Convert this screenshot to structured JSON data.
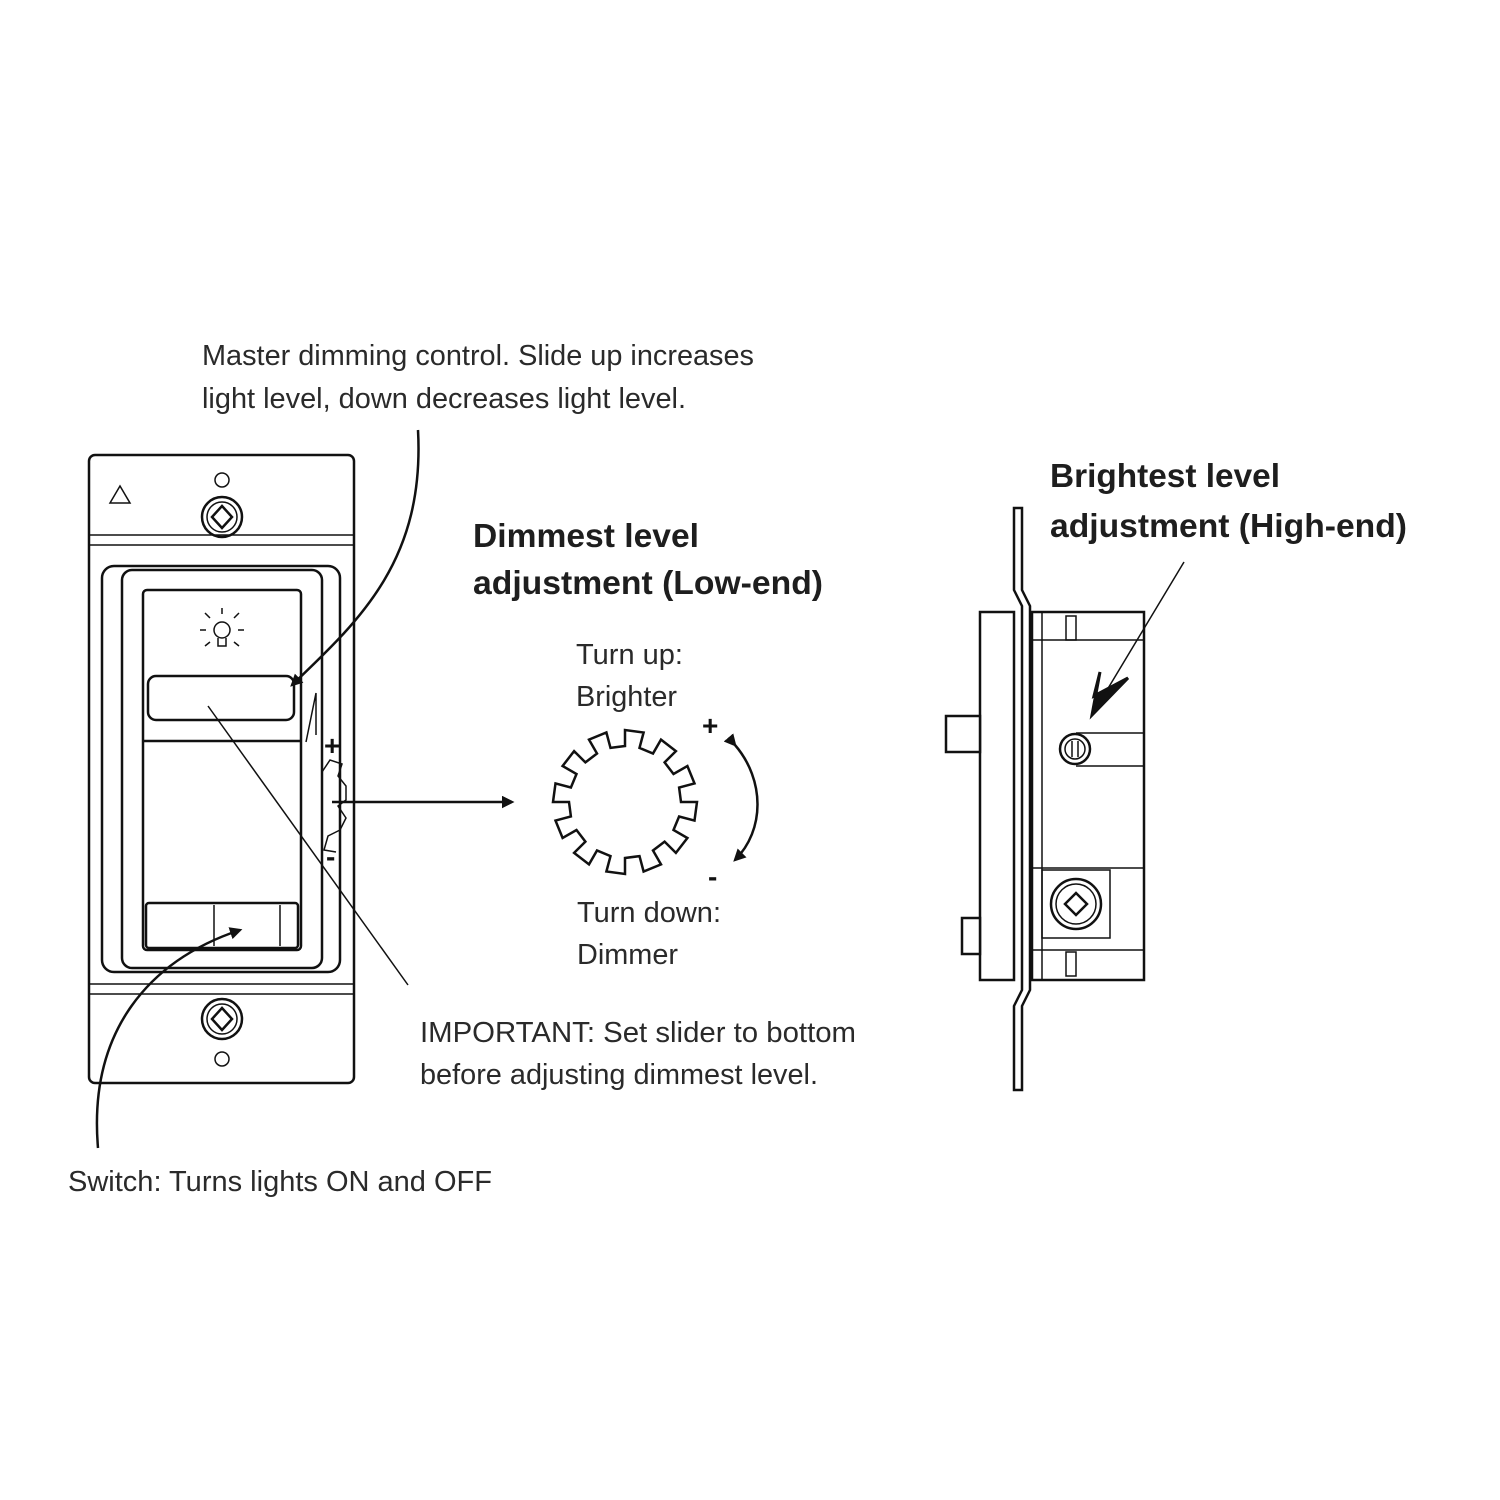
{
  "labels": {
    "master_line1": "Master dimming control. Slide up increases",
    "master_line2": "light level, down decreases light level.",
    "dimmest_line1": "Dimmest level",
    "dimmest_line2": "adjustment (Low-end)",
    "turn_up_line1": "Turn up:",
    "turn_up_line2": "Brighter",
    "turn_down_line1": "Turn down:",
    "turn_down_line2": "Dimmer",
    "plus": "+",
    "minus": "-",
    "important_line1": "IMPORTANT: Set slider to bottom",
    "important_line2": "before adjusting dimmest level.",
    "switch_label": "Switch: Turns lights ON and OFF",
    "brightest_line1": "Brightest level",
    "brightest_line2": "adjustment (High-end)"
  },
  "icons": [
    "warning-triangle-icon",
    "light-bulb-icon",
    "screw-icon",
    "adjustment-wheel-icon",
    "rotation-arrow-icon"
  ],
  "colors": {
    "line": "#111111",
    "text": "#2a2a2a",
    "background": "#ffffff"
  }
}
